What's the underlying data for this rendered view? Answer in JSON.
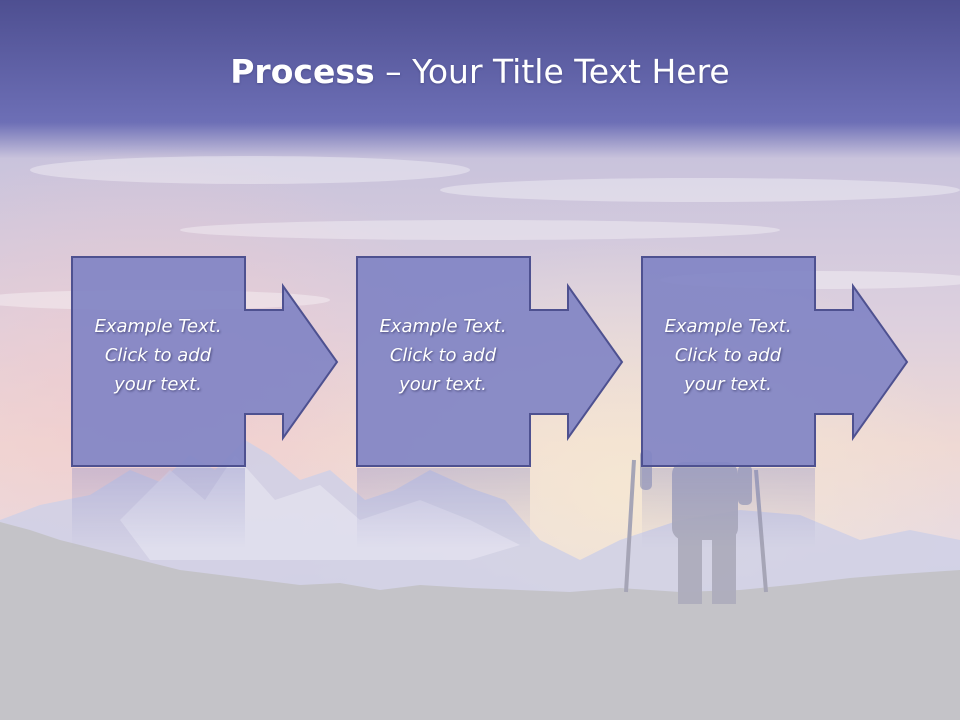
{
  "title": {
    "bold": "Process",
    "rest": " – Your Title Text Here"
  },
  "steps": [
    {
      "line1": "Example Text.",
      "line2": "Click  to add",
      "line3": "your text."
    },
    {
      "line1": "Example Text.",
      "line2": "Click  to add",
      "line3": "your text."
    },
    {
      "line1": "Example Text.",
      "line2": "Click  to add",
      "line3": "your text."
    }
  ],
  "colors": {
    "box_fill": "#8184c4",
    "box_stroke": "#4e5190",
    "sky_top": "#5a5b9e",
    "ground": "#c4c3c8"
  }
}
